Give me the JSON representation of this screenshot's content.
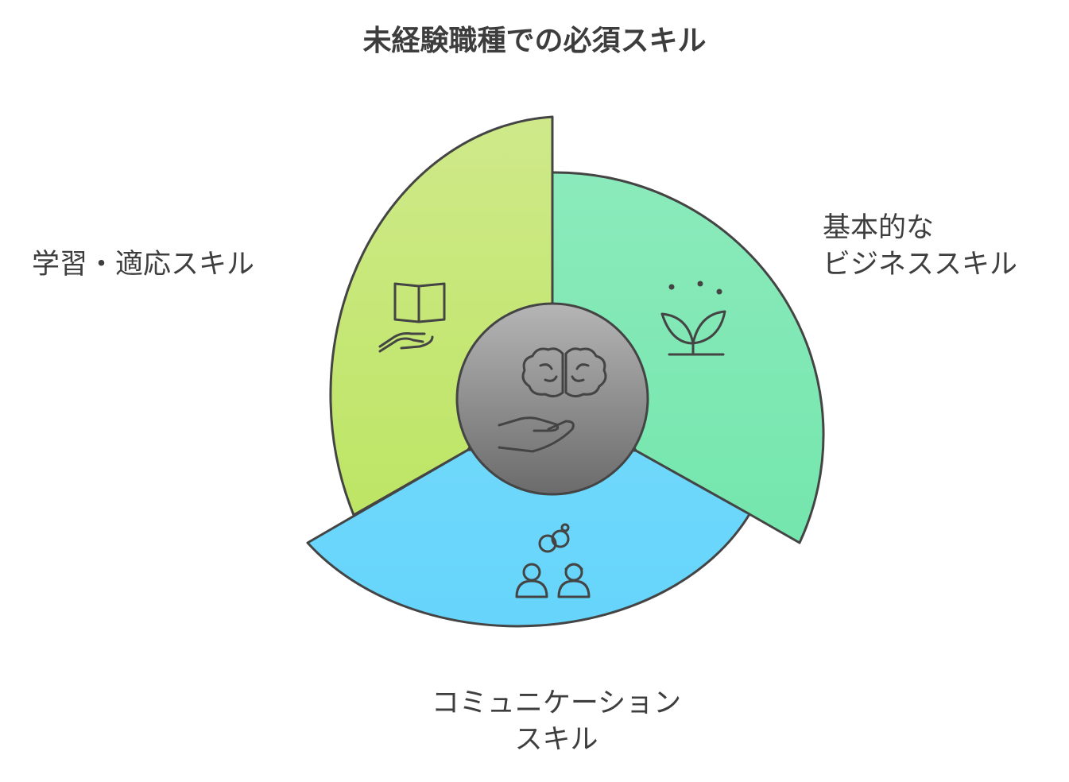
{
  "title": "未経験職種での必須スキル",
  "segments": {
    "learning": {
      "lines": [
        "学習・適応スキル"
      ],
      "icon": "book-in-hand-icon",
      "color": "#c2e872"
    },
    "business": {
      "lines": [
        "基本的な",
        "ビジネススキル"
      ],
      "icon": "sprout-icon",
      "color": "#7fe8b5"
    },
    "communication": {
      "lines": [
        "コミュニケーション",
        "スキル"
      ],
      "icon": "people-conversation-icon",
      "color": "#67d5fb"
    },
    "center": {
      "icon": "brain-in-hand-icon",
      "color": "#8a8a8a"
    }
  }
}
